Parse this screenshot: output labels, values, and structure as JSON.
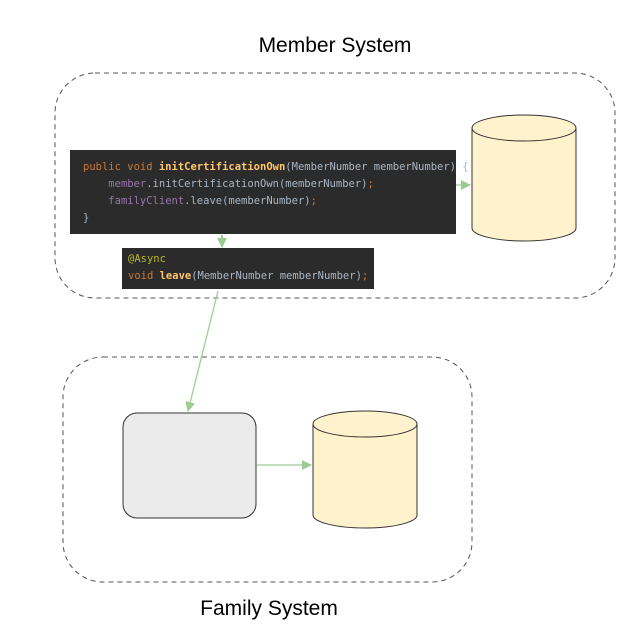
{
  "member_system": {
    "title": "Member System",
    "code_main": [
      [
        {
          "t": "public void ",
          "c": "kw"
        },
        {
          "t": "initCertificationOwn",
          "c": "fn"
        },
        {
          "t": "(MemberNumber memberNumber) {",
          "c": "tx"
        }
      ],
      [
        {
          "t": "    ",
          "c": "tx"
        },
        {
          "t": "member",
          "c": "fd"
        },
        {
          "t": ".initCertificationOwn(memberNumber)",
          "c": "tx"
        },
        {
          "t": ";",
          "c": "kw"
        }
      ],
      [
        {
          "t": "    ",
          "c": "tx"
        },
        {
          "t": "familyClient",
          "c": "fd"
        },
        {
          "t": ".leave(memberNumber)",
          "c": "tx"
        },
        {
          "t": ";",
          "c": "kw"
        }
      ],
      [
        {
          "t": "}",
          "c": "tx"
        }
      ]
    ],
    "code_client": [
      [
        {
          "t": "@Async",
          "c": "an"
        }
      ],
      [
        {
          "t": "void ",
          "c": "kw"
        },
        {
          "t": "leave",
          "c": "fn"
        },
        {
          "t": "(MemberNumber memberNumber)",
          "c": "tx"
        },
        {
          "t": ";",
          "c": "kw"
        }
      ]
    ]
  },
  "family_system": {
    "title": "Family System"
  },
  "colors": {
    "kw": "#cc7832",
    "fn": "#ffc66d",
    "fd": "#9876aa",
    "tx": "#a9b7c6",
    "an": "#bbb529",
    "arrow": "#9ccc94",
    "database": "#fff2cc",
    "service": "#ebebeb"
  }
}
